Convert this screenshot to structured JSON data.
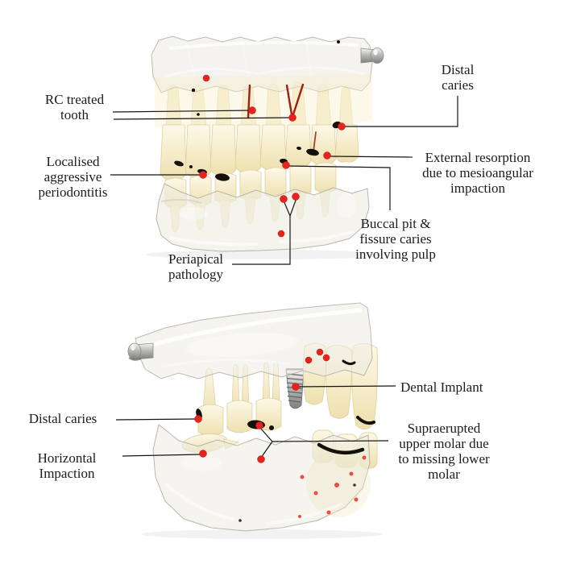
{
  "figure": {
    "type": "annotated-dental-model-diagram",
    "background_color": "#ffffff",
    "text_color": "#1b1b1b",
    "leader_line_color": "#151515",
    "marker_dot_color": "#e8231f",
    "caries_mark_color": "#16100a",
    "root_canal_fill_color": "#9d1f12",
    "tooth_color": "#f2e8c0",
    "metal_color": "#a7a8a6"
  },
  "upper_model": {
    "annotations": [
      {
        "id": "rc-treated-tooth",
        "label": "RC treated\ntooth"
      },
      {
        "id": "distal-caries",
        "label": "Distal\ncaries"
      },
      {
        "id": "localised-aggressive-periodontitis",
        "label": "Localised\naggressive\nperiodontitis"
      },
      {
        "id": "external-resorption",
        "label": "External resorption\ndue to mesioangular\nimpaction"
      },
      {
        "id": "buccal-pit-fissure-caries",
        "label": "Buccal pit &\nfissure caries\ninvolving pulp"
      },
      {
        "id": "periapical-pathology",
        "label": "Periapical\npathology"
      }
    ]
  },
  "lower_model": {
    "annotations": [
      {
        "id": "dental-implant",
        "label": "Dental Implant"
      },
      {
        "id": "distal-caries",
        "label": "Distal caries"
      },
      {
        "id": "horizontal-impaction",
        "label": "Horizontal\nImpaction"
      },
      {
        "id": "supraerupted-upper-molar",
        "label": "Supraerupted\nupper molar due\nto missing lower\nmolar"
      }
    ]
  }
}
